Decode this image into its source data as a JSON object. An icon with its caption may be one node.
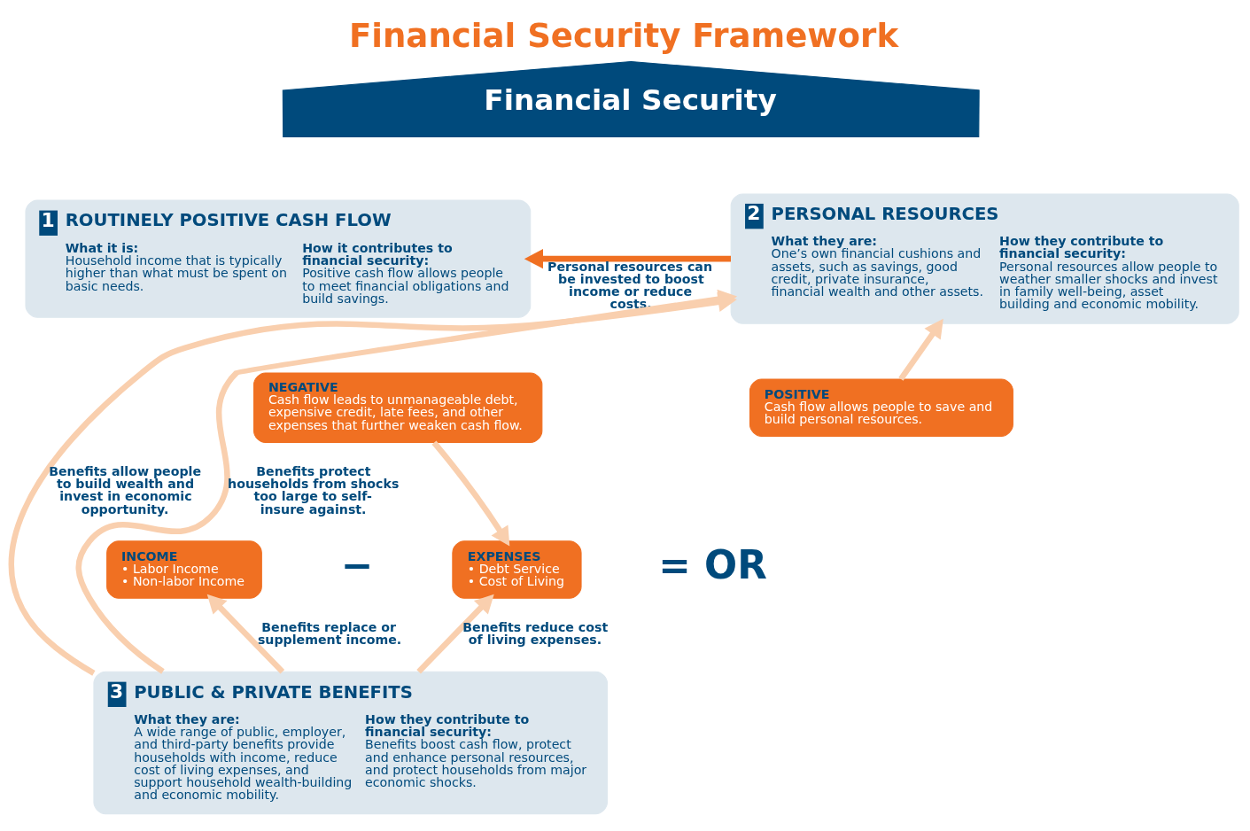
{
  "diagram": {
    "title": "Financial Security Framework",
    "nodes": [
      {
        "text": [
          "Financial Security"
        ]
      },
      {
        "text": [
          "1",
          "ROUTINELY POSITIVE CASH FLOW",
          "What it is:",
          "Household income that is typically higher than what must be spent on basic needs.",
          "How it contributes to financial security:",
          "Positive cash flow allows people to meet financial obligations and build savings."
        ]
      },
      {
        "text": [
          "2",
          "PERSONAL RESOURCES",
          "What they are:",
          "One’s own financial cushions and assets, such as savings, good credit, private insurance, financial wealth and other assets.",
          "How they contribute to financial security:",
          "Personal resources allow people to weather smaller shocks and invest in family well-being, asset building and economic mobility."
        ]
      },
      {
        "text": [
          "INCOME",
          "• Labor Income",
          "• Non-labor Income"
        ]
      },
      {
        "text": [
          "EXPENSES",
          "• Debt Service",
          "• Cost of Living"
        ]
      },
      {
        "text": [
          "POSITIVE",
          "Cash flow allows people to save and build personal resources."
        ]
      },
      {
        "text": [
          "NEGATIVE",
          "Cash flow leads to unmanageable debt, expensive credit, late fees, and other expenses that further weaken cash flow."
        ]
      },
      {
        "text": [
          "3",
          "PUBLIC & PRIVATE BENEFITS",
          "What they are:",
          "A wide range of public, employer, and third-party benefits provide households with income, reduce cost of living expenses, and support household wealth-building and economic mobility.",
          "How they contribute to financial security:",
          "Benefits boost cash flow, protect and enhance personal resources, and protect households from major economic shocks."
        ]
      }
    ],
    "edges": [
      {
        "from": 2,
        "to": 1,
        "arrow": "to",
        "label": "Personal resources can be invested to boost income or reduce costs.",
        "color": "#f07022"
      },
      {
        "from": 5,
        "to": 2,
        "arrow": "to"
      },
      {
        "from": 6,
        "to": 4,
        "arrow": "to"
      },
      {
        "from": 7,
        "to": 3,
        "arrow": "to",
        "label": "Benefits replace or supplement income."
      },
      {
        "from": 7,
        "to": 4,
        "arrow": "to",
        "label": "Benefits reduce cost of living expenses."
      },
      {
        "from": 7,
        "to": 2,
        "arrow": "to",
        "label": "Benefits allow people to build wealth and invest in economic opportunity."
      },
      {
        "from": 7,
        "to": 2,
        "arrow": "to",
        "label": "Benefits protect households from shocks too large to self-insure against."
      }
    ],
    "labels": [
      "−",
      "= OR"
    ]
  }
}
